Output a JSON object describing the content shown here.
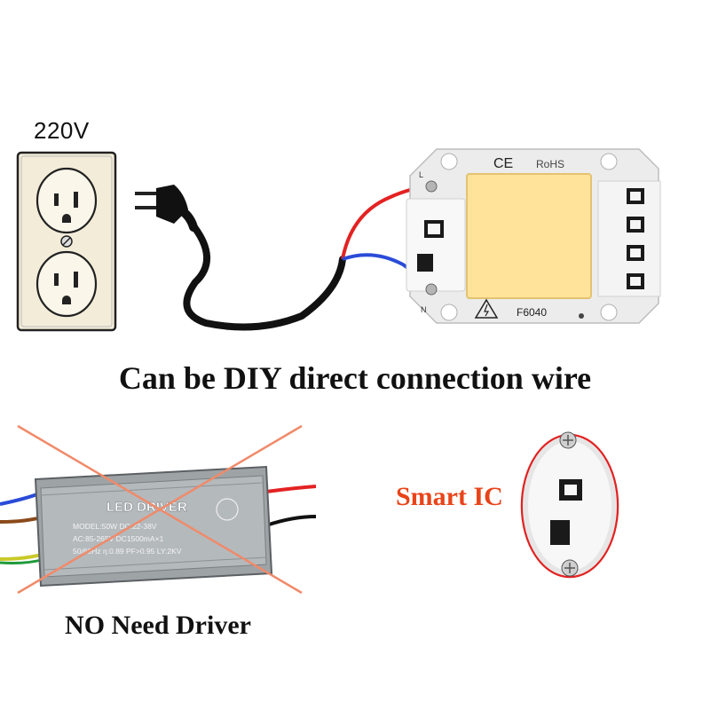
{
  "voltage_label": "220V",
  "headline": "Can be DIY direct connection wire",
  "smart_ic_label": "Smart IC",
  "no_driver_label": "NO Need Driver",
  "chip": {
    "ce_mark": "CE",
    "rohs_mark": "RoHS",
    "model": "F6040",
    "terminal_live": "L",
    "terminal_neutral": "N"
  },
  "driver": {
    "title": "LED DRIVER",
    "spec_line1": "MODEL:50W  DC:22-38V",
    "spec_line2": "AC:85-265V  DC1500mA×1",
    "spec_line3": "50/60Hz  η:0.89 PF>0.95 LY:2KV"
  },
  "colors": {
    "live_wire": "#e32222",
    "neutral_wire": "#2a4bd8",
    "led_face": "#ffe39a",
    "cross_out": "#f08a6a",
    "smart_ic_text": "#e8441a"
  }
}
